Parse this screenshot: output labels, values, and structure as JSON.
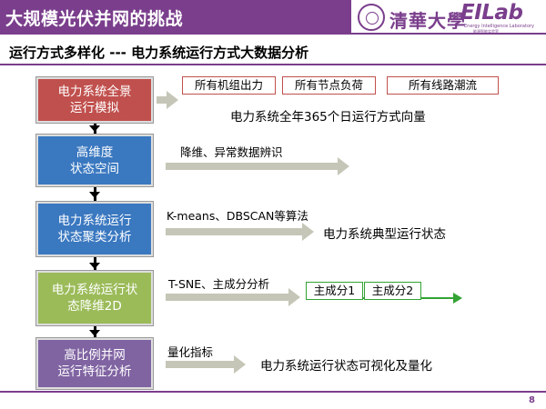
{
  "header": {
    "title": "大规模光伏并网的挑战",
    "university": "清華大學",
    "logo_text": "EILab",
    "logo_subtitle_en": "Energy Intelligence Laboratory",
    "logo_subtitle_cn": "能源智能实验室"
  },
  "subtitle": "运行方式多样化 --- 电力系统运行方式大数据分析",
  "colors": {
    "header_purple": "#7a3e8c",
    "step1": "#c0504d",
    "step2": "#3a78c0",
    "step3": "#3a78c0",
    "step4": "#9bbb59",
    "step5": "#8064a2",
    "arrow_gray": "#c6c6b8",
    "green_line": "#33a333"
  },
  "steps": [
    {
      "label": "电力系统全景\n运行模拟"
    },
    {
      "label": "高维度\n状态空间"
    },
    {
      "label": "电力系统运行\n状态聚类分析"
    },
    {
      "label": "电力系统运行状\n态降维2D"
    },
    {
      "label": "高比例并网\n运行特征分析"
    }
  ],
  "row1": {
    "vector_items": [
      "所有机组出力",
      "所有节点负荷",
      "所有线路潮流"
    ],
    "result": "电力系统全年365个日运行方式向量"
  },
  "row2": {
    "method": "降维、异常数据辨识"
  },
  "row3": {
    "method": "K-means、DBSCAN等算法",
    "result": "电力系统典型运行状态"
  },
  "row4": {
    "method": "T-SNE、主成分分析",
    "components": [
      "主成分1",
      "主成分2"
    ]
  },
  "row5": {
    "method": "量化指标",
    "result": "电力系统运行状态可视化及量化"
  },
  "page_number": "8"
}
